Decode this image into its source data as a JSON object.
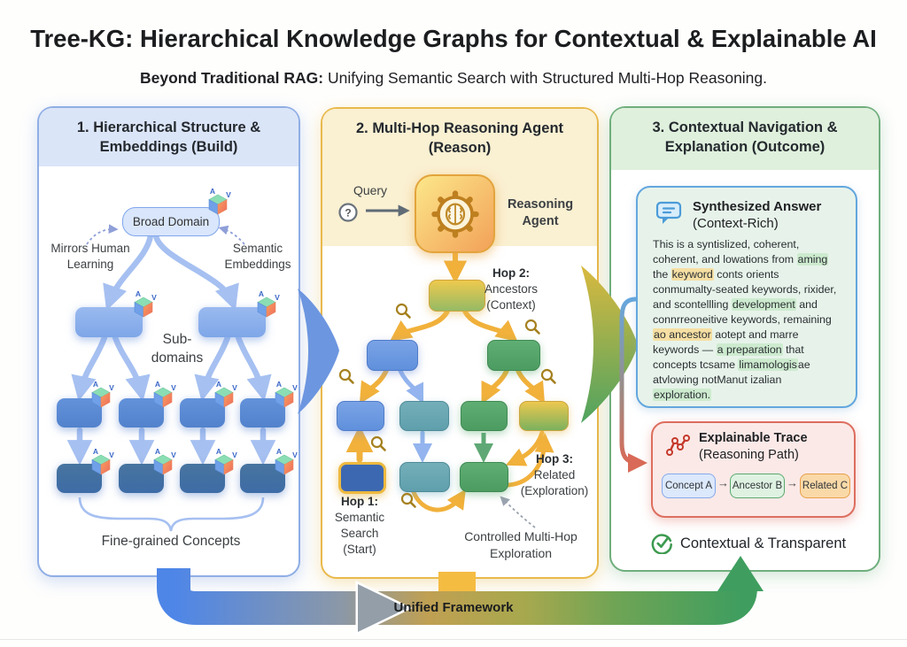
{
  "title": "Tree-KG: Hierarchical Knowledge Graphs for Contextual & Explainable AI",
  "subtitle": {
    "bold": "Beyond Traditional RAG:",
    "rest": " Unifying Semantic Search with Structured Multi-Hop Reasoning."
  },
  "colors": {
    "accent_blue": "#4E86E8",
    "accent_yellow": "#F1B13B",
    "accent_green": "#3F9E5F",
    "accent_red": "#DD6E5F",
    "highlight_green": "#CDEBCF",
    "highlight_yellow": "#F6DFA3"
  },
  "cube": {
    "a": "A",
    "v": "V"
  },
  "panel1": {
    "title1": "1. Hierarchical Structure &",
    "title2": "Embeddings (Build)",
    "root": "Broad Domain",
    "note_left1": "Mirrors Human",
    "note_left2": "Learning",
    "note_right1": "Semantic",
    "note_right2": "Embeddings",
    "mid1": "Sub-",
    "mid2": "domains",
    "fine": "Fine-grained Concepts"
  },
  "panel2": {
    "title1": "2. Multi-Hop Reasoning Agent",
    "title2": "(Reason)",
    "query": "Query",
    "query_icon": "?",
    "agent1": "Reasoning",
    "agent2": "Agent",
    "hop2": {
      "a": "Hop 2:",
      "b": "Ancestors",
      "c": "(Context)"
    },
    "hop1": {
      "a": "Hop 1:",
      "b": "Semantic",
      "c": "Search",
      "d": "(Start)"
    },
    "hop3": {
      "a": "Hop 3:",
      "b": "Related",
      "c": "(Exploration)"
    },
    "ctrl1": "Controlled Multi-Hop",
    "ctrl2": "Exploration"
  },
  "panel3": {
    "title1": "3. Contextual Navigation &",
    "title2": "Explanation (Outcome)",
    "answer": {
      "title": "Synthesized Answer",
      "subtitle": "(Context-Rich)",
      "segments": [
        {
          "text": "This is a syntislized, coherent, coherent, and lowations from "
        },
        {
          "text": "aming",
          "hl": "g"
        },
        {
          "text": " the "
        },
        {
          "text": "keyword",
          "hl": "y"
        },
        {
          "text": " conts orients conmumalty-seated keywords, rixider, and scontellling "
        },
        {
          "text": "development",
          "hl": "g"
        },
        {
          "text": " and connrreoneitive keywords, remaining "
        },
        {
          "text": "ao ancestor",
          "hl": "y"
        },
        {
          "text": " aotept and marre keywords — "
        },
        {
          "text": "a preparation",
          "hl": "g"
        },
        {
          "text": " that concepts tcsame "
        },
        {
          "text": "limamologis",
          "hl": "g"
        },
        {
          "text": "ae atvlowing notManut izalian "
        },
        {
          "text": "exploration.",
          "hl": "g"
        }
      ]
    },
    "trace": {
      "title": "Explainable Trace",
      "subtitle": "(Reasoning Path)",
      "chip_a": "Concept A",
      "chip_b": "Ancestor B",
      "chip_c": "Related C",
      "arrow": "→"
    },
    "footer": "Contextual & Transparent"
  },
  "band": {
    "label": "Unified Framework"
  }
}
